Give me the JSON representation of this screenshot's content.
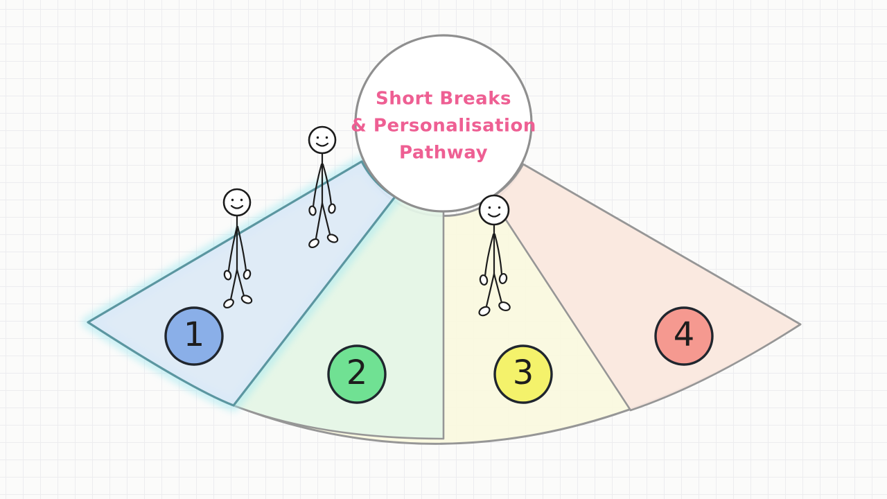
{
  "title": {
    "line1": "Short Breaks",
    "line2": "& Personalisation",
    "line3": "Pathway",
    "color": "#ee5f93"
  },
  "stages": [
    {
      "number": "1",
      "badge_color": "#85ace7",
      "fill": "#dbe9f8",
      "outline": "#5b96a0",
      "highlight": "#a7e9f1",
      "highlighted": true
    },
    {
      "number": "2",
      "badge_color": "#69df8e",
      "fill": "#e4f5e7",
      "highlighted": false
    },
    {
      "number": "3",
      "badge_color": "#f3f164",
      "fill": "#faf9de",
      "highlighted": false
    },
    {
      "number": "4",
      "badge_color": "#f4958b",
      "fill": "#fae7e0",
      "highlighted": false
    }
  ],
  "stick_figures": [
    {
      "location": "stage-1"
    },
    {
      "location": "stage-1-upper"
    },
    {
      "location": "stage-3"
    }
  ],
  "diagram": {
    "fan_outline_color": "#969696",
    "hub_outline_color": "#8f8f8f",
    "grid_color": "#ececef",
    "badge_outline_color": "#20262e"
  }
}
